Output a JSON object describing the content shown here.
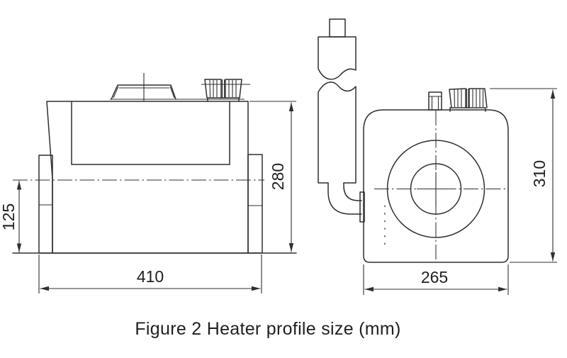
{
  "figure": {
    "caption": "Figure 2  Heater profile size (mm)",
    "type": "technical-drawing",
    "unit": "mm"
  },
  "dims": {
    "side": {
      "mount_height": "125",
      "height": "280",
      "width": "410"
    },
    "front": {
      "height": "310",
      "width": "265"
    }
  },
  "colors": {
    "line": "#2f2f2f",
    "text": "#1f1f1f",
    "background": "#ffffff"
  }
}
